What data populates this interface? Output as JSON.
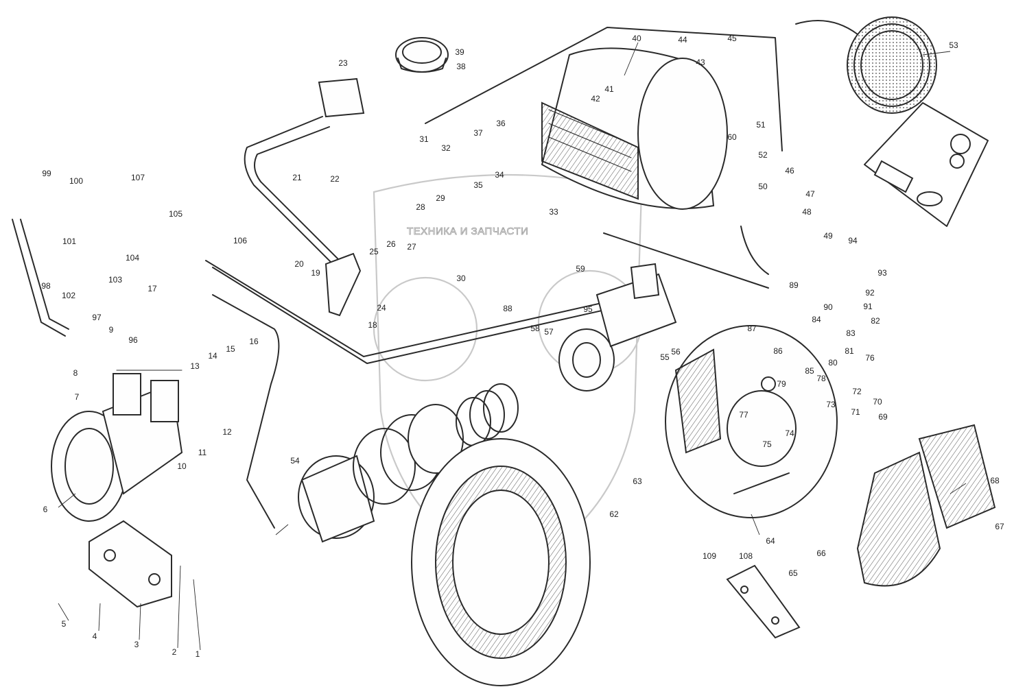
{
  "watermark": {
    "text": "ТЕХНИКА И ЗАПЧАСТИ"
  },
  "callouts": [
    {
      "n": "1",
      "label": "1"
    },
    {
      "n": "2",
      "label": "2"
    },
    {
      "n": "3",
      "label": "3"
    },
    {
      "n": "4",
      "label": "4"
    },
    {
      "n": "5",
      "label": "5"
    },
    {
      "n": "6",
      "label": "6"
    },
    {
      "n": "7",
      "label": "7"
    },
    {
      "n": "8",
      "label": "8"
    },
    {
      "n": "9",
      "label": "9"
    },
    {
      "n": "10",
      "label": "10"
    },
    {
      "n": "11",
      "label": "11"
    },
    {
      "n": "12",
      "label": "12"
    },
    {
      "n": "13",
      "label": "13"
    },
    {
      "n": "14",
      "label": "14"
    },
    {
      "n": "15",
      "label": "15"
    },
    {
      "n": "16",
      "label": "16"
    },
    {
      "n": "17",
      "label": "17"
    },
    {
      "n": "18",
      "label": "18"
    },
    {
      "n": "19",
      "label": "19"
    },
    {
      "n": "20",
      "label": "20"
    },
    {
      "n": "21",
      "label": "21"
    },
    {
      "n": "22",
      "label": "22"
    },
    {
      "n": "23",
      "label": "23"
    },
    {
      "n": "24",
      "label": "24"
    },
    {
      "n": "25",
      "label": "25"
    },
    {
      "n": "26",
      "label": "26"
    },
    {
      "n": "27",
      "label": "27"
    },
    {
      "n": "28",
      "label": "28"
    },
    {
      "n": "29",
      "label": "29"
    },
    {
      "n": "30",
      "label": "30"
    },
    {
      "n": "31",
      "label": "31"
    },
    {
      "n": "32",
      "label": "32"
    },
    {
      "n": "33",
      "label": "33"
    },
    {
      "n": "34",
      "label": "34"
    },
    {
      "n": "35",
      "label": "35"
    },
    {
      "n": "36",
      "label": "36"
    },
    {
      "n": "37",
      "label": "37"
    },
    {
      "n": "38",
      "label": "38"
    },
    {
      "n": "39",
      "label": "39"
    },
    {
      "n": "40",
      "label": "40"
    },
    {
      "n": "41",
      "label": "41"
    },
    {
      "n": "42",
      "label": "42"
    },
    {
      "n": "43",
      "label": "43"
    },
    {
      "n": "44",
      "label": "44"
    },
    {
      "n": "45",
      "label": "45"
    },
    {
      "n": "46",
      "label": "46"
    },
    {
      "n": "47",
      "label": "47"
    },
    {
      "n": "48",
      "label": "48"
    },
    {
      "n": "49",
      "label": "49"
    },
    {
      "n": "50",
      "label": "50"
    },
    {
      "n": "51",
      "label": "51"
    },
    {
      "n": "52",
      "label": "52"
    },
    {
      "n": "53",
      "label": "53"
    },
    {
      "n": "54",
      "label": "54"
    },
    {
      "n": "55",
      "label": "55"
    },
    {
      "n": "56",
      "label": "56"
    },
    {
      "n": "57",
      "label": "57"
    },
    {
      "n": "58",
      "label": "58"
    },
    {
      "n": "59",
      "label": "59"
    },
    {
      "n": "60",
      "label": "60"
    },
    {
      "n": "62",
      "label": "62"
    },
    {
      "n": "63",
      "label": "63"
    },
    {
      "n": "64",
      "label": "64"
    },
    {
      "n": "65",
      "label": "65"
    },
    {
      "n": "66",
      "label": "66"
    },
    {
      "n": "67",
      "label": "67"
    },
    {
      "n": "68",
      "label": "68"
    },
    {
      "n": "69",
      "label": "69"
    },
    {
      "n": "70",
      "label": "70"
    },
    {
      "n": "71",
      "label": "71"
    },
    {
      "n": "72",
      "label": "72"
    },
    {
      "n": "73",
      "label": "73"
    },
    {
      "n": "74",
      "label": "74"
    },
    {
      "n": "75",
      "label": "75"
    },
    {
      "n": "76",
      "label": "76"
    },
    {
      "n": "77",
      "label": "77"
    },
    {
      "n": "78",
      "label": "78"
    },
    {
      "n": "79",
      "label": "79"
    },
    {
      "n": "80",
      "label": "80"
    },
    {
      "n": "81",
      "label": "81"
    },
    {
      "n": "82",
      "label": "82"
    },
    {
      "n": "83",
      "label": "83"
    },
    {
      "n": "84",
      "label": "84"
    },
    {
      "n": "85",
      "label": "85"
    },
    {
      "n": "86",
      "label": "86"
    },
    {
      "n": "87",
      "label": "87"
    },
    {
      "n": "88",
      "label": "88"
    },
    {
      "n": "89",
      "label": "89"
    },
    {
      "n": "90",
      "label": "90"
    },
    {
      "n": "91",
      "label": "91"
    },
    {
      "n": "92",
      "label": "92"
    },
    {
      "n": "93",
      "label": "93"
    },
    {
      "n": "94",
      "label": "94"
    },
    {
      "n": "95",
      "label": "95"
    },
    {
      "n": "96",
      "label": "96"
    },
    {
      "n": "97",
      "label": "97"
    },
    {
      "n": "98",
      "label": "98"
    },
    {
      "n": "99",
      "label": "99"
    },
    {
      "n": "100",
      "label": "100"
    },
    {
      "n": "101",
      "label": "101"
    },
    {
      "n": "102",
      "label": "102"
    },
    {
      "n": "103",
      "label": "103"
    },
    {
      "n": "104",
      "label": "104"
    },
    {
      "n": "105",
      "label": "105"
    },
    {
      "n": "106",
      "label": "106"
    },
    {
      "n": "107",
      "label": "107"
    },
    {
      "n": "108",
      "label": "108"
    },
    {
      "n": "109",
      "label": "109"
    }
  ]
}
